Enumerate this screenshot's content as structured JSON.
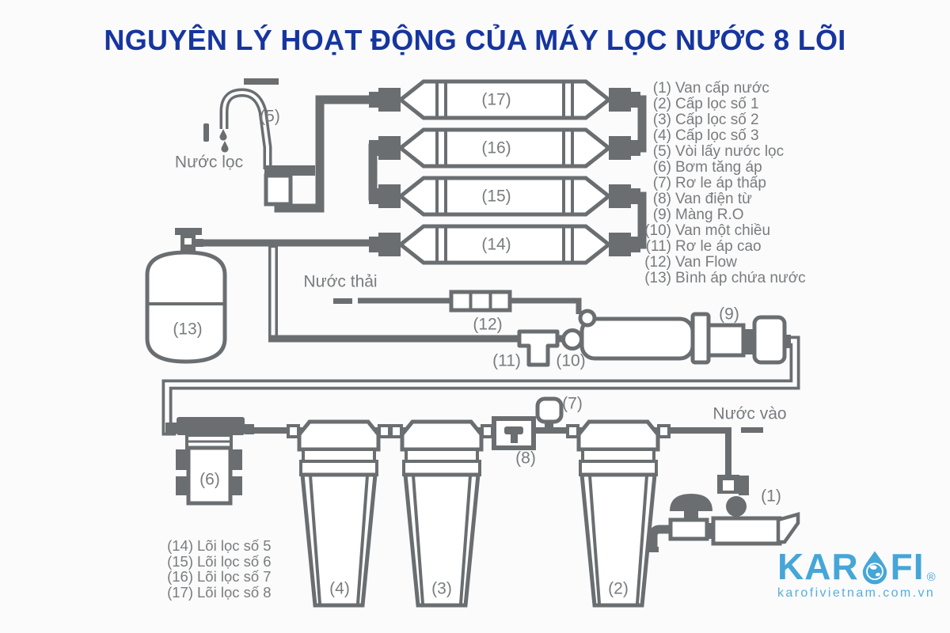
{
  "title": "NGUYÊN LÝ HOẠT ĐỘNG CỦA MÁY LỌC NƯỚC 8 LÕI",
  "colors": {
    "line_gray": "#6a6e70",
    "label_gray": "#797c7e",
    "title_blue": "#16359f",
    "brand_blue": "#45a6d7"
  },
  "legend_right": [
    {
      "num": "(1)",
      "label": "Van cấp nước"
    },
    {
      "num": "(2)",
      "label": "Cấp lọc số 1"
    },
    {
      "num": "(3)",
      "label": "Cấp lọc số 2"
    },
    {
      "num": "(4)",
      "label": "Cấp lọc số 3"
    },
    {
      "num": "(5)",
      "label": "Vòi lấy nước lọc"
    },
    {
      "num": "(6)",
      "label": "Bơm tăng áp"
    },
    {
      "num": "(7)",
      "label": "Rơ le áp thấp"
    },
    {
      "num": "(8)",
      "label": "Van điện từ"
    },
    {
      "num": "(9)",
      "label": "Màng R.O"
    },
    {
      "num": "(10)",
      "label": "Van một chiều"
    },
    {
      "num": "(11)",
      "label": "Rơ le áp cao"
    },
    {
      "num": "(12)",
      "label": "Van Flow"
    },
    {
      "num": "(13)",
      "label": "Bình áp chứa nước"
    }
  ],
  "legend_bottom": [
    {
      "num": "(14)",
      "label": "Lõi lọc số 5"
    },
    {
      "num": "(15)",
      "label": "Lõi lọc số 6"
    },
    {
      "num": "(16)",
      "label": "Lõi lọc số 7"
    },
    {
      "num": "(17)",
      "label": "Lõi lọc số 8"
    }
  ],
  "labels": {
    "l1": "(1)",
    "l2": "(2)",
    "l3": "(3)",
    "l4": "(4)",
    "l5": "(5)",
    "l6": "(6)",
    "l7": "(7)",
    "l8": "(8)",
    "l9": "(9)",
    "l10": "(10)",
    "l11": "(11)",
    "l12": "(12)",
    "l13": "(13)",
    "l14": "(14)",
    "l15": "(15)",
    "l16": "(16)",
    "l17": "(17)",
    "clean_water": "Nước lọc",
    "waste_water": "Nước thải",
    "water_in": "Nước vào"
  },
  "logo": {
    "brand_left": "KAR",
    "brand_right": "FI",
    "reg": "®",
    "url": "karofivietnam.com.vn",
    "icon": "water-drop-globe-icon"
  }
}
